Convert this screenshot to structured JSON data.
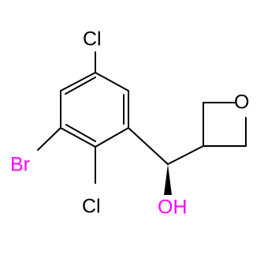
{
  "molecule": {
    "colors": {
      "bond": "#000000",
      "chlorine": "#000000",
      "bromine": "#ff00ff",
      "oxygen": "#000000",
      "hydroxyl": "#ff00ff"
    },
    "labels": {
      "chlorine_top": "Cl",
      "bromine": "Br",
      "chlorine_bottom": "Cl",
      "oxetane_oxygen": "O",
      "hydroxyl": "OH"
    }
  }
}
